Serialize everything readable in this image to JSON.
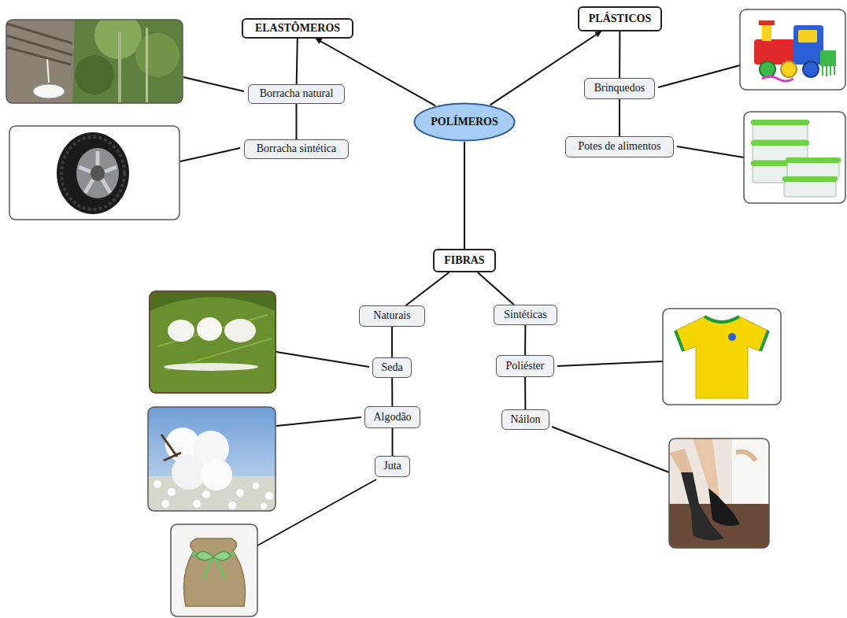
{
  "diagram": {
    "nodes": [
      {
        "text": [
          "POLÍMEROS"
        ]
      },
      {
        "text": [
          "ELASTÔMEROS"
        ]
      },
      {
        "text": [
          "PLÁSTICOS"
        ]
      },
      {
        "text": [
          "FIBRAS"
        ]
      },
      {
        "text": [
          "Borracha natural"
        ]
      },
      {
        "text": [
          "Borracha sintética"
        ]
      },
      {
        "text": [
          "Brinquedos"
        ]
      },
      {
        "text": [
          "Potes de alimentos"
        ]
      },
      {
        "text": [
          "Naturais"
        ]
      },
      {
        "text": [
          "Sintéticas"
        ]
      },
      {
        "text": [
          "Seda"
        ]
      },
      {
        "text": [
          "Algodão"
        ]
      },
      {
        "text": [
          "Juta"
        ]
      },
      {
        "text": [
          "Poliéster"
        ]
      },
      {
        "text": [
          "Náilon"
        ]
      }
    ],
    "edges": [
      {
        "from": 0,
        "to": 1,
        "arrow": "to"
      },
      {
        "from": 0,
        "to": 2,
        "arrow": "to"
      },
      {
        "from": 0,
        "to": 3,
        "arrow": "none"
      },
      {
        "from": 1,
        "to": 4,
        "arrow": "none"
      },
      {
        "from": 4,
        "to": 5,
        "arrow": "none"
      },
      {
        "from": 2,
        "to": 6,
        "arrow": "none"
      },
      {
        "from": 6,
        "to": 7,
        "arrow": "none"
      },
      {
        "from": 3,
        "to": 8,
        "arrow": "none"
      },
      {
        "from": 3,
        "to": 9,
        "arrow": "none"
      },
      {
        "from": 8,
        "to": 10,
        "arrow": "none"
      },
      {
        "from": 10,
        "to": 11,
        "arrow": "none"
      },
      {
        "from": 11,
        "to": 12,
        "arrow": "none"
      },
      {
        "from": 9,
        "to": 13,
        "arrow": "none"
      },
      {
        "from": 13,
        "to": 14,
        "arrow": "none"
      }
    ]
  }
}
